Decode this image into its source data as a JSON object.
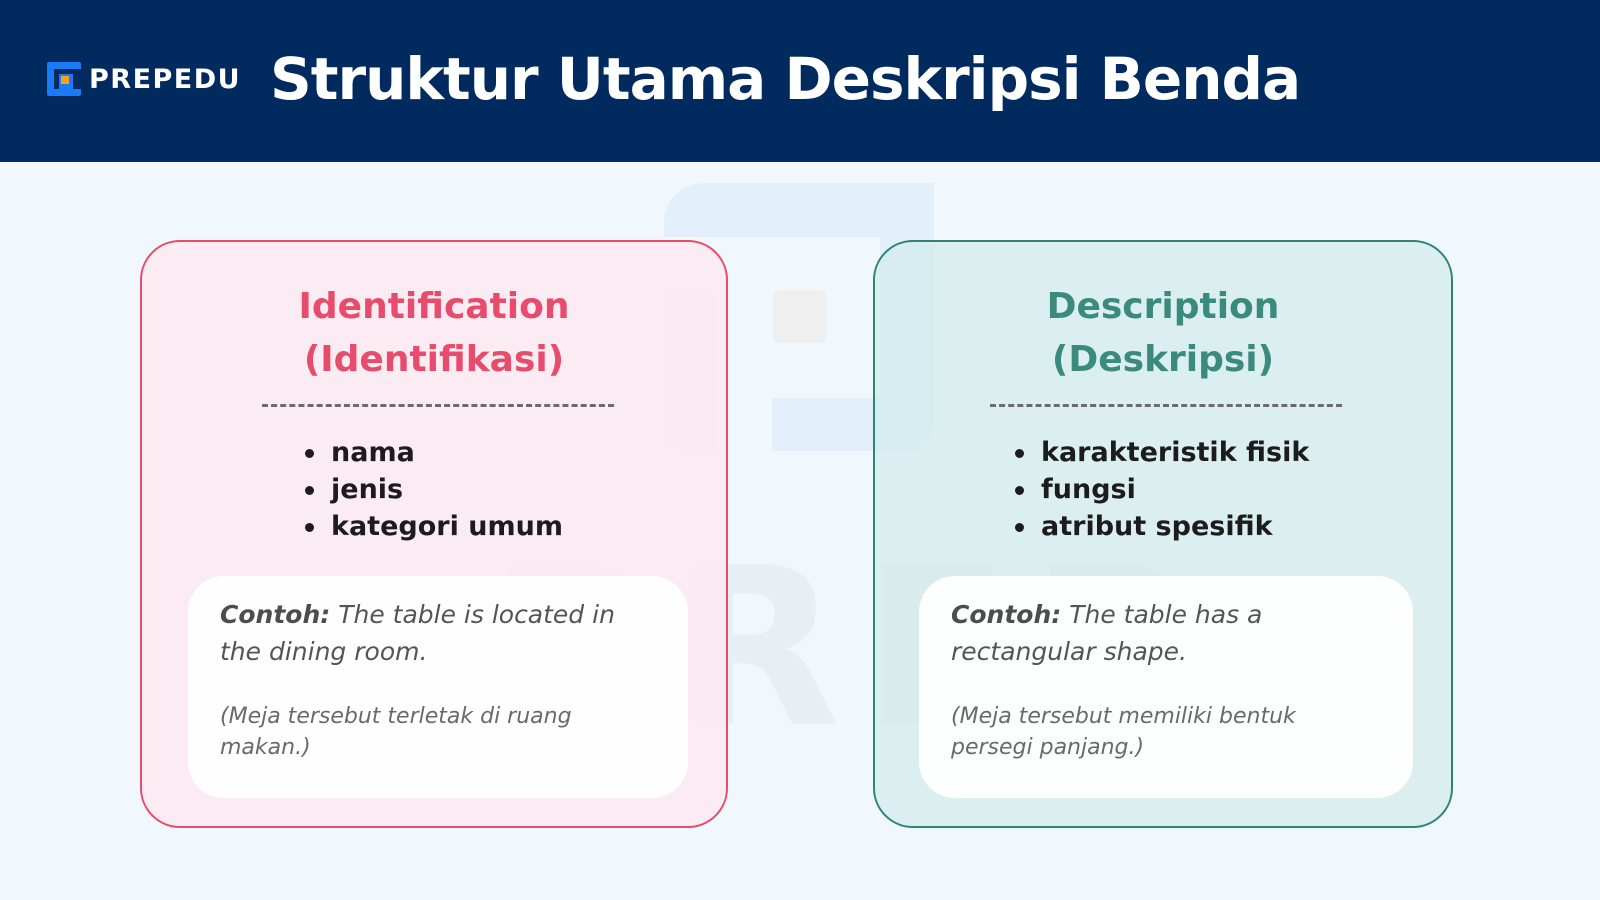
{
  "header": {
    "brand": "PREPEDU",
    "title": "Struktur Utama Deskripsi Benda",
    "background_color": "#012a5f",
    "logo_colors": {
      "blue": "#1a7af8",
      "orange": "#f6a21b"
    }
  },
  "watermark": {
    "text": "PREP"
  },
  "cards": [
    {
      "title_line1": "Identification",
      "title_line2": "(Identifikasi)",
      "accent_color": "#e84c6c",
      "items": [
        "nama",
        "jenis",
        "kategori umum"
      ],
      "example": {
        "label": "Contoh:",
        "english": " The table is located in the dining room.",
        "translation": "(Meja tersebut terletak di ruang makan.)"
      }
    },
    {
      "title_line1": "Description",
      "title_line2": "(Deskripsi)",
      "accent_color": "#2f8478",
      "items": [
        "karakteristik fisik",
        "fungsi",
        "atribut spesifik"
      ],
      "example": {
        "label": "Contoh:",
        "english": " The table has a rectangular shape.",
        "translation": "(Meja tersebut memiliki bentuk persegi panjang.)"
      }
    }
  ]
}
